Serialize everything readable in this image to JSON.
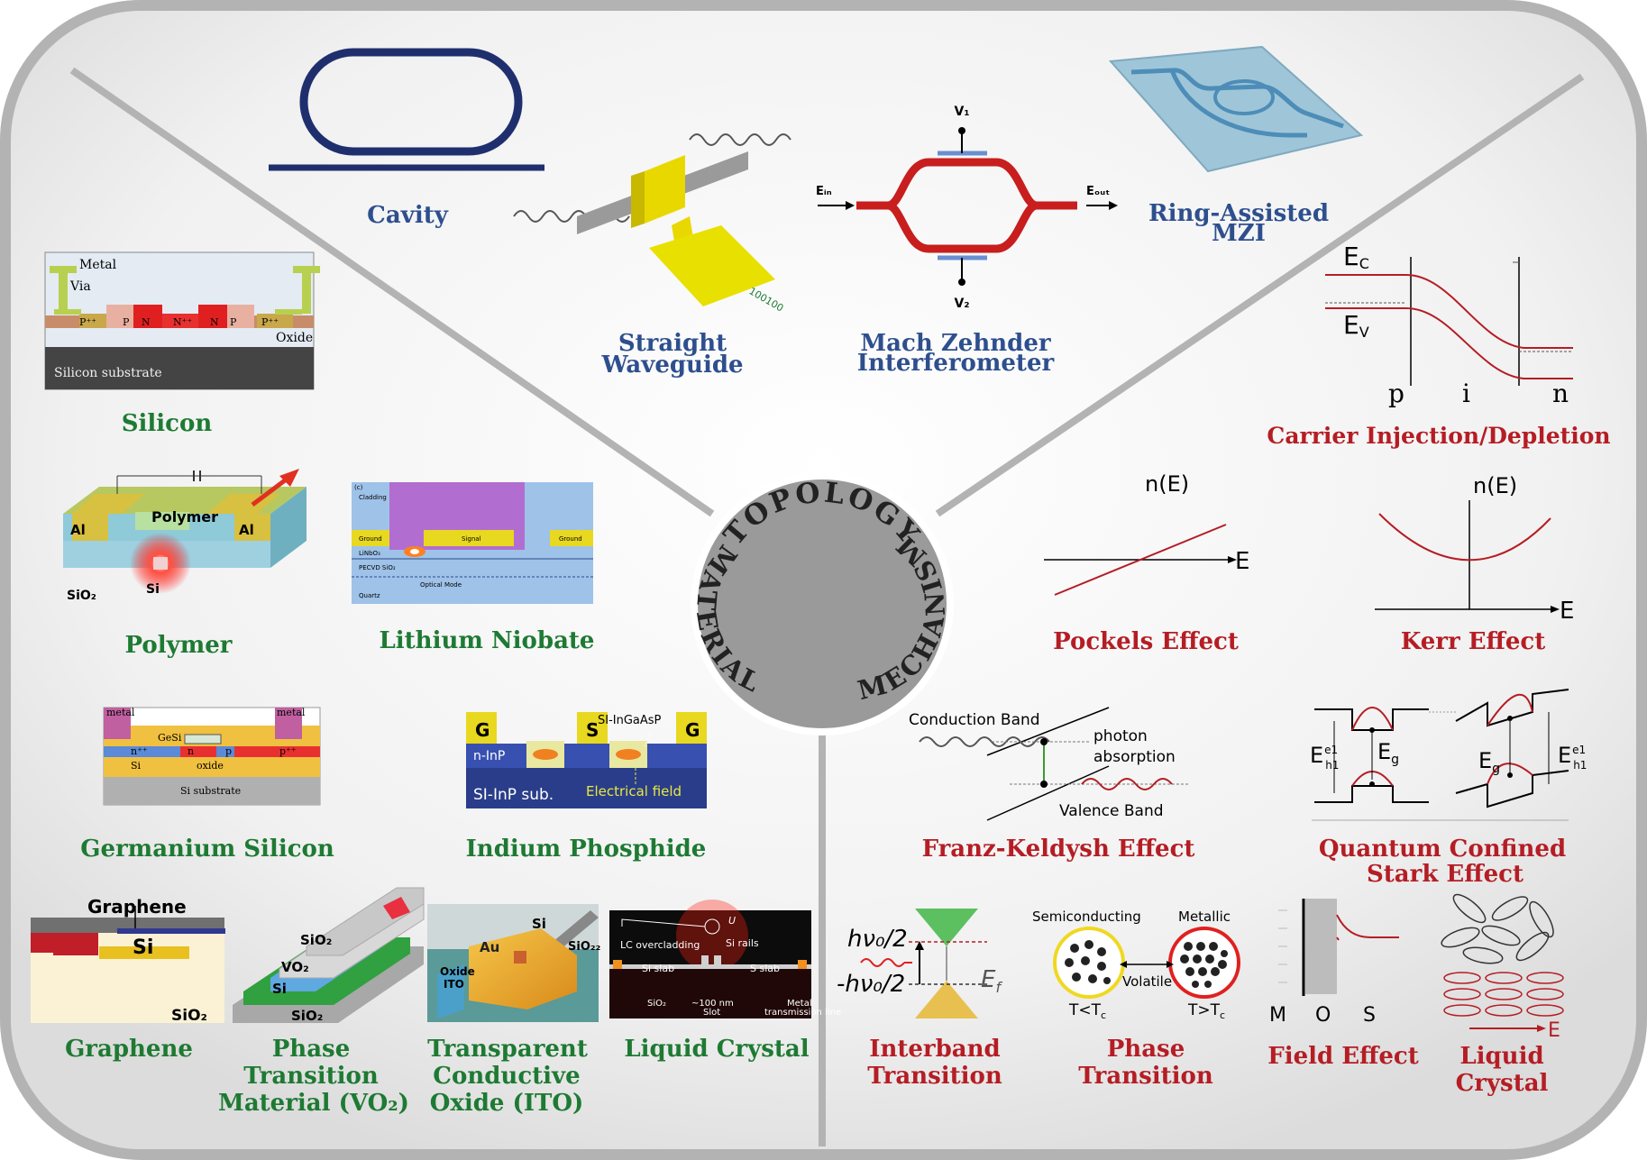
{
  "hub": {
    "topology": "TOPOLOGY",
    "material": "MATERIAL",
    "mechanism": "MECHANISM"
  },
  "colors": {
    "topology": "#2e4f8e",
    "material": "#1e7a33",
    "mechanism": "#b51d24",
    "hub": "#9a9a9a",
    "frame": "#b3b3b3"
  },
  "topology": {
    "cavity": "Cavity",
    "straight_waveguide": [
      "Straight",
      "Waveguide"
    ],
    "mzi": [
      "Mach Zehnder",
      "Interferometer"
    ],
    "ring_mzi": [
      "Ring-Assisted",
      "MZI"
    ],
    "mzi_diagram": {
      "v1": "V₁",
      "v2": "V₂",
      "ein": "Eᵢₙ",
      "eout": "Eₒᵤₜ"
    },
    "wg_binary": "100100"
  },
  "material": {
    "silicon": "Silicon",
    "silicon_diagram": {
      "metal": "Metal",
      "via": "Via",
      "oxide": "Oxide",
      "substrate": "Silicon substrate",
      "doping": [
        "P⁺⁺",
        "P",
        "N",
        "N⁺⁺",
        "N",
        "P",
        "P⁺⁺"
      ]
    },
    "polymer": "Polymer",
    "polymer_diagram": {
      "polymer": "Polymer",
      "al_left": "Al",
      "al_right": "Al",
      "sio2": "SiO₂",
      "si": "Si"
    },
    "lithium_niobate": "Lithium Niobate",
    "ln_diagram": {
      "panel": "(c)",
      "cladding": "Cladding",
      "ground_l": "Ground",
      "signal": "Signal",
      "ground_r": "Ground",
      "linbo3": "LiNbO₃",
      "pecvd": "PECVD SiO₂",
      "mode": "Optical Mode",
      "quartz": "Quartz"
    },
    "germanium_silicon": "Germanium Silicon",
    "gesi_diagram": {
      "metal_l": "metal",
      "metal_r": "metal",
      "gesi": "GeSi",
      "si": "Si",
      "oxide": "oxide",
      "substrate": "Si substrate",
      "doping": [
        "n⁺⁺",
        "n",
        "p",
        "p⁺⁺"
      ]
    },
    "indium_phosphide": "Indium Phosphide",
    "inp_diagram": {
      "g_left": "G",
      "s": "S",
      "g_right": "G",
      "si_ingaasp": "SI-InGaAsP",
      "ninp": "n-InP",
      "sub": "SI-InP sub.",
      "field": "Electrical field"
    },
    "graphene": "Graphene",
    "graphene_diagram": {
      "graphene": "Graphene",
      "si": "Si",
      "sio2": "SiO₂"
    },
    "phase_transition_material": [
      "Phase",
      "Transition",
      "Material (VO₂)"
    ],
    "ptm_diagram": {
      "sio2_top": "SiO₂",
      "vo2": "VO₂",
      "si": "Si",
      "sio2_bot": "SiO₂"
    },
    "tco": [
      "Transparent",
      "Conductive",
      "Oxide (ITO)"
    ],
    "tco_diagram": {
      "si": "Si",
      "au": "Au",
      "sio2": "SiO₂₂",
      "oxide": "Oxide",
      "ito": "ITO"
    },
    "liquid_crystal": "Liquid Crystal",
    "lc_diagram": {
      "u": "U",
      "overcladding": "LC overcladding",
      "si_rails": "Si rails",
      "si_slab_l": "Si slab",
      "si_slab_r": "S slab",
      "sio2": "SiO₂",
      "slot": "~100 nm",
      "slot2": "Slot",
      "metal": "Metal",
      "tline": "transmission line"
    }
  },
  "mechanism": {
    "carrier": "Carrier Injection/Depletion",
    "carrier_diagram": {
      "ec": "E",
      "ec_sub": "C",
      "ev": "E",
      "ev_sub": "V",
      "p": "p",
      "i": "i",
      "n": "n"
    },
    "pockels": "Pockels Effect",
    "pockels_diagram": {
      "y": "n(E)",
      "x": "E"
    },
    "kerr": "Kerr Effect",
    "kerr_diagram": {
      "y": "n(E)",
      "x": "E"
    },
    "franz_keldysh": "Franz-Keldysh Effect",
    "fk_diagram": {
      "cb": "Conduction Band",
      "photon": "photon",
      "absorption": "absorption",
      "vb": "Valence Band"
    },
    "qcse": [
      "Quantum Confined",
      "Stark Effect"
    ],
    "qcse_diagram": {
      "eh": "E",
      "eh_sup": "e1",
      "eh_sub": "h1",
      "eg": "E",
      "eg_sub": "g"
    },
    "interband": [
      "Interband",
      "Transition"
    ],
    "interband_diagram": {
      "top": "hν₀/2",
      "bot": "-hν₀/2",
      "ef": "E",
      "ef_sub": "f"
    },
    "phase_transition": [
      "Phase",
      "Transition"
    ],
    "pt_diagram": {
      "semi": "Semiconducting",
      "metallic": "Metallic",
      "volatile": "Volatile",
      "tlow": "T<T",
      "thigh": "T>T",
      "tsub": "c"
    },
    "field_effect": "Field Effect",
    "fe_diagram": {
      "m": "M",
      "o": "O",
      "s": "S"
    },
    "liquid_crystal": [
      "Liquid",
      "Crystal"
    ],
    "lc_mech_diagram": {
      "e": "E"
    }
  }
}
